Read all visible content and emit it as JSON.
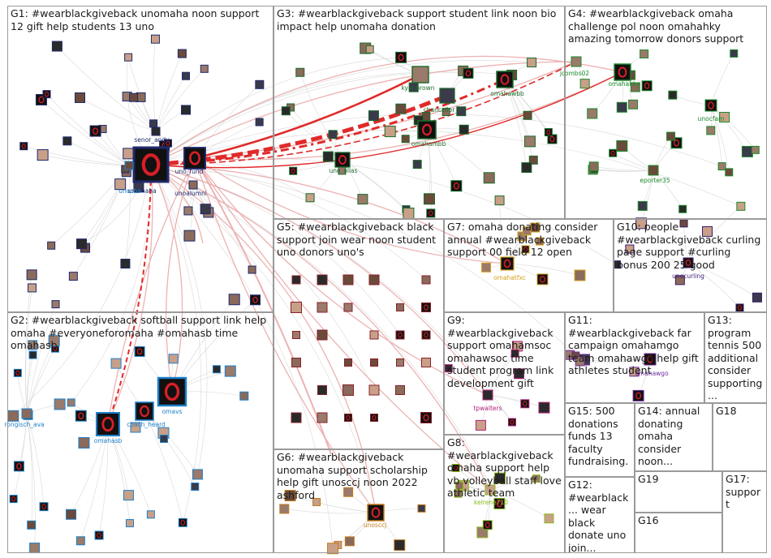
{
  "colors": {
    "edge_gray": "#c9c9c9",
    "edge_red": "#e03030",
    "edge_pink": "#eaa8a8",
    "g1": "#1f2a6e",
    "g2": "#1c7fc9",
    "g3": "#1a6b2a",
    "g4": "#1a8a2a",
    "g5": "#8a1f2a",
    "g6": "#c27a1c",
    "g7": "#d4a21c",
    "g9": "#b0207a",
    "g10": "#3a1a6e",
    "g11": "#6e2a9a",
    "g8": "#8ab81c"
  },
  "groups": [
    {
      "id": "G1",
      "label": "G1: #wearblackgiveback unomaha noon support 12 gift help students 13 uno"
    },
    {
      "id": "G2",
      "label": "G2: #wearblackgiveback softball support link help omaha #everyoneforomaha #omahasb time omahasb"
    },
    {
      "id": "G3",
      "label": "G3: #wearblackgiveback support student link noon bio impact help unomaha donation"
    },
    {
      "id": "G4",
      "label": "G4: #wearblackgiveback omaha challenge pol noon omahahky amazing tomorrow donors support"
    },
    {
      "id": "G5",
      "label": "G5: #wearblackgiveback black support join wear noon student uno donors uno's"
    },
    {
      "id": "G6",
      "label": "G6: #wearblackgiveback unomaha support scholarship help gift unosccj noon 2022 ashford"
    },
    {
      "id": "G7",
      "label": "G7: omaha donating consider annual #wearblackgiveback support 00 field 12 open"
    },
    {
      "id": "G8",
      "label": "G8: #wearblackgiveback omaha support help vb volleyball staff love athletic team"
    },
    {
      "id": "G9",
      "label": "G9: #wearblackgiveback support omahamsoc omahawsoc time student program link development gift"
    },
    {
      "id": "G10",
      "label": "G10: people #wearblackgiveback curling page support #curling bonus 200 25 good"
    },
    {
      "id": "G11",
      "label": "G11: #wearblackgiveback far campaign omahamgo team omahawgo help gift athletes student"
    },
    {
      "id": "G12",
      "label": "G12: #wearblack... wear black donate uno join..."
    },
    {
      "id": "G13",
      "label": "G13: program tennis 500 additional consider supporting..."
    },
    {
      "id": "G14",
      "label": "G14: annual donating omaha consider noon..."
    },
    {
      "id": "G15",
      "label": "G15: 500 donations funds 13 faculty fundraising..."
    },
    {
      "id": "G16",
      "label": "G16"
    },
    {
      "id": "G17",
      "label": "G17: support"
    },
    {
      "id": "G18",
      "label": "G18"
    },
    {
      "id": "G19",
      "label": "G19"
    }
  ],
  "node_labels": {
    "senor_andy": "senor_andy",
    "unomaha": "unomaha",
    "unocba": "unocba",
    "uno_fund": "uno_fund",
    "unoalumni": "unoalumni",
    "kyanbrown": "kyanbrown",
    "chancellor_li": "chancellor_li",
    "omahawbb": "omahawbb",
    "omahambb": "omahambb",
    "uno_ollas": "uno_ollas",
    "jcombs02": "jcombs02",
    "omahahky": "omahahky",
    "unocfam": "unocfam",
    "eporter35": "eporter35",
    "omahatfxc": "omahatfxc",
    "unocurling": "unocurling",
    "rongisch_ava": "rongisch_ava",
    "coach_heard": "coach_heard",
    "omavs": "omavs",
    "omahasb": "omahasb",
    "tpwalters": "tpwalters",
    "omahawgo": "omahawgo",
    "kelrene710": "kelrene710",
    "unosccj": "unosccj"
  }
}
